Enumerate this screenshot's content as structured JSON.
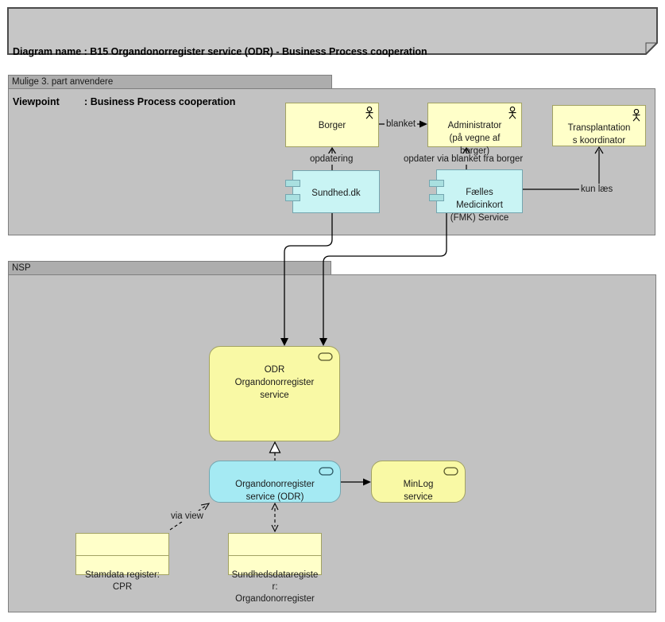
{
  "title_note": {
    "line1": "Diagram name : B15 Organdonorregister service (ODR) - Business Process cooperation",
    "line2": "Viewpoint         : Business Process cooperation"
  },
  "groups": {
    "mulige": {
      "label": "Mulige 3. part anvendere"
    },
    "nsp": {
      "label": "NSP"
    }
  },
  "nodes": {
    "borger": {
      "label": "Borger",
      "type": "business-actor"
    },
    "administrator": {
      "label": "Administrator\n(på vegne af\nborger)",
      "type": "business-actor"
    },
    "transplantations_koordinator": {
      "label": "Transplantation\ns koordinator",
      "type": "business-actor"
    },
    "sundhed_dk": {
      "label": "Sundhed.dk",
      "type": "application-component"
    },
    "fmk": {
      "label": "Fælles\nMedicinkort\n(FMK) Service",
      "type": "application-component"
    },
    "odr": {
      "label": "ODR\nOrgandonorregister\nservice",
      "type": "service"
    },
    "odr_service": {
      "label": "Organdonorregister\nservice (ODR)",
      "type": "service"
    },
    "minlog": {
      "label": "MinLog\nservice",
      "type": "service"
    },
    "stamdata": {
      "label": "Stamdata register:\nCPR",
      "type": "business-object"
    },
    "sundhedsdataregister": {
      "label": "Sundhedsdataregiste\nr:\nOrgandonorregister",
      "type": "business-object"
    }
  },
  "edge_labels": {
    "blanket": "blanket",
    "opdatering": "opdatering",
    "opdater_via": "opdater via blanket fra borger",
    "kun_laes": "kun læs",
    "via_view": "via view"
  },
  "colors": {
    "group-fill": "#c2c2c2",
    "group-tab": "#adadad",
    "yellow-fill": "#ffffc9",
    "yellow-border": "#a2a263",
    "service-yellow": "#f9f9a5",
    "cyan-component": "#c9f4f4",
    "cyan-tab": "#a9e0e0",
    "cyan-service": "#a5eaf3",
    "cyan-border": "#74a6b0",
    "note-fill": "#c6c6c6",
    "line": "#000000"
  }
}
